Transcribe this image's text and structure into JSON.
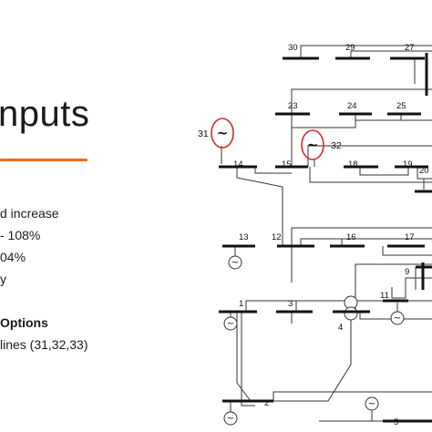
{
  "slide": {
    "title": "nputs",
    "accent_color": "#ec6b23",
    "lines": [
      {
        "text": "d increase",
        "bold": false
      },
      {
        "text": "- 108%",
        "bold": false
      },
      {
        "text": "04%",
        "bold": false
      },
      {
        "text": "y",
        "bold": false
      },
      {
        "text": "Options",
        "bold": true
      },
      {
        "text": "lines (31,32,33)",
        "bold": false
      }
    ]
  },
  "diagram": {
    "bus_labels": {
      "b30": "30",
      "b29": "29",
      "b27": "27",
      "b23": "23",
      "b24": "24",
      "b25": "25",
      "b14": "14",
      "b15": "15",
      "b18": "18",
      "b19": "19",
      "b20": "20",
      "b13": "13",
      "b12": "12",
      "b16": "16",
      "b17": "17",
      "b9": "9",
      "b11": "11",
      "b1": "1",
      "b3": "3",
      "b4": "4",
      "b2": "2",
      "b5": "5"
    },
    "new_generators": {
      "g31": "31",
      "g32": "32"
    },
    "generator_symbol": "~",
    "highlight_color": "#d62828"
  }
}
